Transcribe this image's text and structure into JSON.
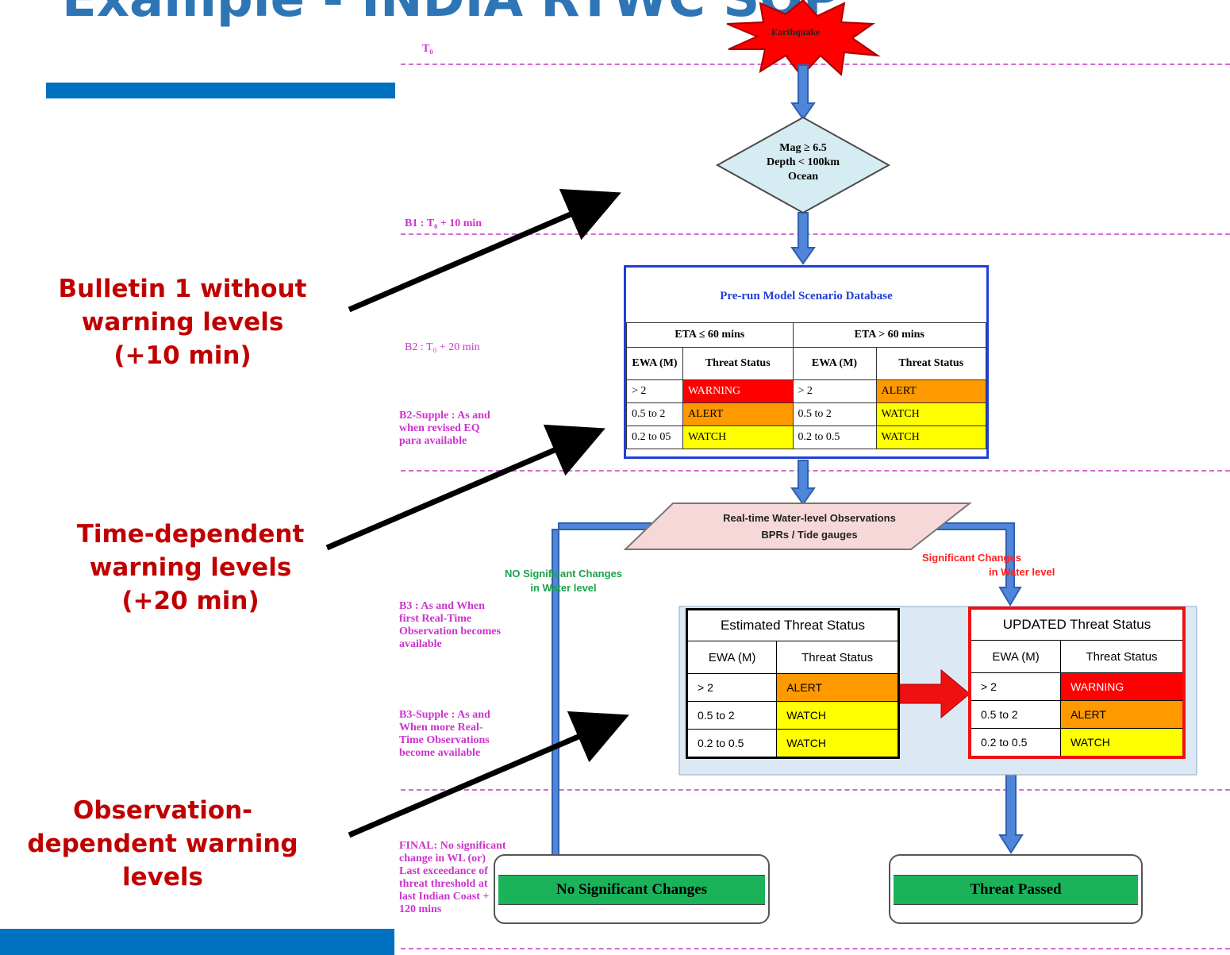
{
  "title": "Example - INDIA RTWC SOP",
  "annotations": [
    {
      "lines": [
        "Bulletin 1 without",
        "warning levels",
        "(+10 min)"
      ]
    },
    {
      "lines": [
        "Time-dependent",
        "warning levels",
        "(+20 min)"
      ]
    },
    {
      "lines": [
        "Observation-",
        "dependent warning",
        "levels"
      ]
    }
  ],
  "phases": {
    "t0": "T₀",
    "b1": "B1 : T₀ + 10 min",
    "b2": "B2 : T₀ + 20 min",
    "b2_supple": [
      "B2-Supple : As and",
      "when revised EQ",
      "para available"
    ],
    "b3": [
      "B3 : As and When",
      "first Real-Time",
      "Observation becomes",
      "available"
    ],
    "b3_supple": [
      "B3-Supple : As and",
      "When  more Real-",
      "Time Observations",
      "become available"
    ],
    "final": [
      "FINAL: No significant",
      "change in WL (or)",
      "Last exceedance of",
      "threat threshold at",
      "last Indian Coast +",
      "120 mins"
    ]
  },
  "earthquake": "Earthquake",
  "decision": [
    "Mag ≥ 6.5",
    "Depth < 100km",
    "Ocean"
  ],
  "database": {
    "title": "Pre-run Model  Scenario Database",
    "eta_left": "ETA ≤ 60 mins",
    "eta_right": "ETA  > 60 mins",
    "col_ewa_left": "EWA (M)",
    "col_threat": "Threat Status",
    "col_ewa_right": "EWA (M)",
    "rows": [
      {
        "ewa1": "> 2",
        "status1": "WARNING",
        "ewa2": "> 2",
        "status2": "ALERT"
      },
      {
        "ewa1": "0.5 to 2",
        "status1": "ALERT",
        "ewa2": "0.5 to 2",
        "status2": "WATCH"
      },
      {
        "ewa1": "0.2 to 05",
        "status1": "WATCH",
        "ewa2": "0.2 to 0.5",
        "status2": "WATCH"
      }
    ]
  },
  "observations": [
    "Real-time Water-level Observations",
    "BPRs / Tide gauges"
  ],
  "branch_no": [
    "NO Significant  Changes",
    "in Water level"
  ],
  "branch_yes": [
    "Significant  Changes",
    "in Water level"
  ],
  "estimated": {
    "title": "Estimated Threat Status",
    "col_ewa": "EWA (M)",
    "col_status": "Threat Status",
    "rows": [
      {
        "ewa": "> 2",
        "status": "ALERT"
      },
      {
        "ewa": "0.5 to 2",
        "status": "WATCH"
      },
      {
        "ewa": "0.2 to 0.5",
        "status": "WATCH"
      }
    ]
  },
  "updated": {
    "title": "UPDATED Threat Status",
    "col_ewa": "EWA (M)",
    "col_status": "Threat Status",
    "rows": [
      {
        "ewa": "> 2",
        "status": "WARNING"
      },
      {
        "ewa": "0.5 to 2",
        "status": "ALERT"
      },
      {
        "ewa": "0.2 to 0.5",
        "status": "WATCH"
      }
    ]
  },
  "outcome_left": "No Significant  Changes",
  "outcome_right": "Threat Passed",
  "colors": {
    "title": "#2e75b6",
    "annotation": "#c00000",
    "phase": "#cc33cc",
    "warning": "#ff0000",
    "alert": "#ff9900",
    "watch": "#ffff00",
    "outcome": "#1ab35a"
  }
}
